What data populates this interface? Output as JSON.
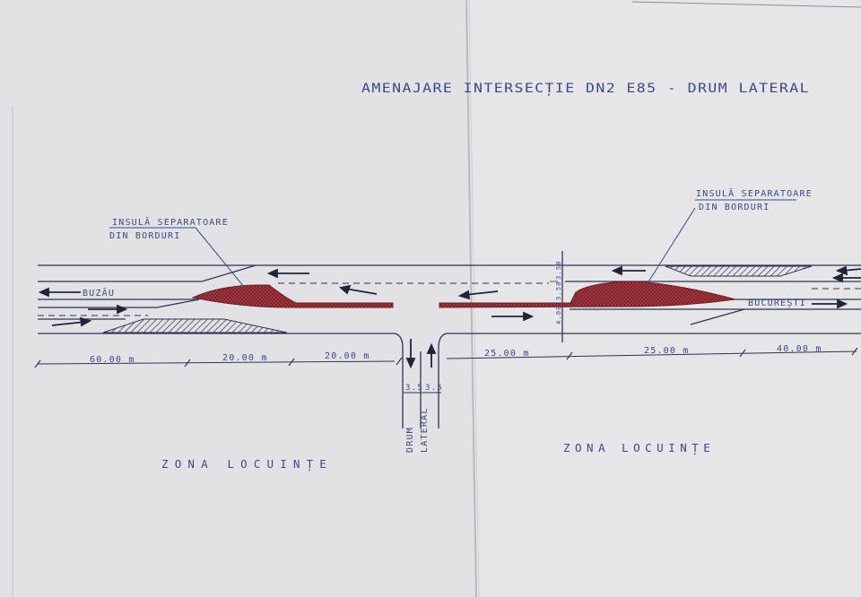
{
  "title": "AMENAJARE INTERSECȚIE DN2 E85 - DRUM LATERAL",
  "labels": {
    "island_left_line1": "INSULĂ SEPARATOARE",
    "island_left_line2": "DIN BORDURI",
    "island_right_line1": "INSULĂ SEPARATOARE",
    "island_right_line2": "DIN BORDURI",
    "buzau": "BUZĂU",
    "bucuresti": "BUCUREȘTI",
    "drum_lateral_line1": "DRUM",
    "drum_lateral_line2": "LATERAL",
    "zona_left": "ZONA LOCUINȚE",
    "zona_right": "ZONA LOCUINȚE"
  },
  "dimensions": {
    "d1": "60.00 m",
    "d2": "20.00 m",
    "d3": "20.00 m",
    "d4": "25.00 m",
    "d5": "25.00 m",
    "d6": "40.00 m",
    "lane_w1": "3.5",
    "lane_w2": "3.5",
    "v1": "3.50",
    "v2": "3.50",
    "v3": "4.00"
  },
  "colors": {
    "paper": "#e4e3e6",
    "ink": "#2f3450",
    "pen": "#3b4a86",
    "island": "#a5353f"
  }
}
